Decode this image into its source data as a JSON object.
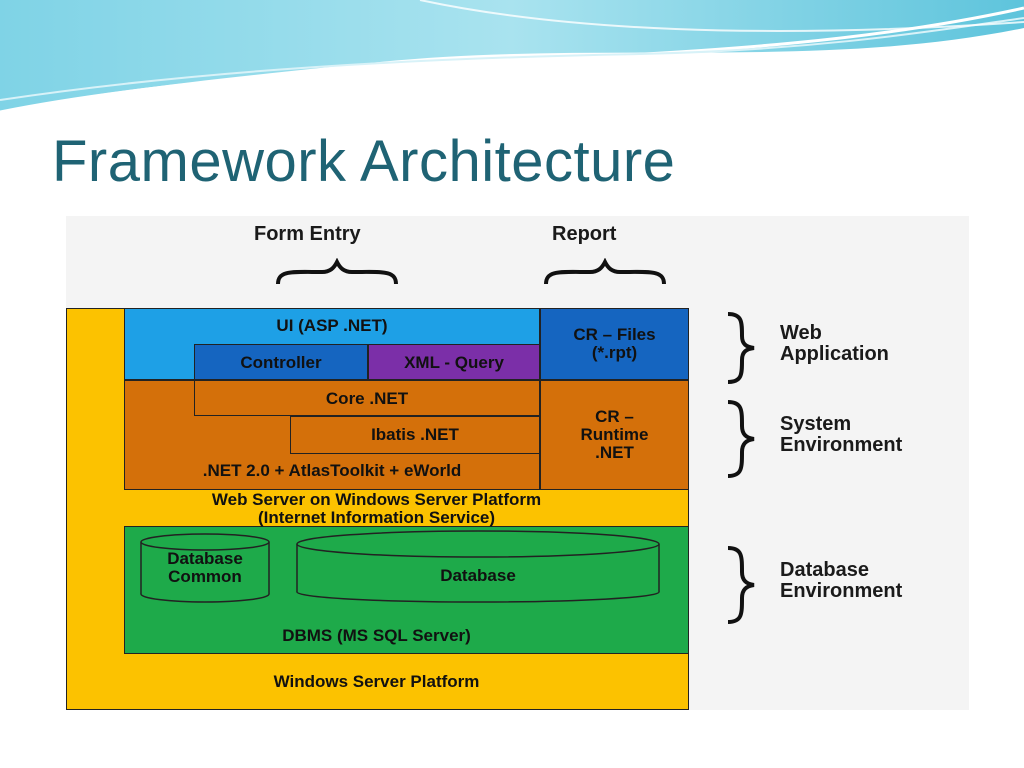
{
  "slide": {
    "title": "Framework Architecture"
  },
  "top_labels": {
    "form_entry": "Form Entry",
    "report": "Report"
  },
  "layers": {
    "ui": "UI (ASP .NET)",
    "controller": "Controller",
    "xml_query": "XML - Query",
    "cr_files_line1": "CR – Files",
    "cr_files_line2": "(*.rpt)",
    "core": "Core .NET",
    "ibatis": "Ibatis .NET",
    "net_toolkit": ".NET 2.0 + AtlasToolkit + eWorld",
    "cr_runtime_line1": "CR –",
    "cr_runtime_line2": "Runtime",
    "cr_runtime_line3": ".NET",
    "web_server_line1": "Web Server on Windows Server Platform",
    "web_server_line2": "(Internet Information Service)",
    "db_common_line1": "Database",
    "db_common_line2": "Common",
    "database": "Database",
    "dbms": "DBMS (MS SQL Server)",
    "windows_platform": "Windows Server Platform"
  },
  "side_labels": {
    "web_app_line1": "Web",
    "web_app_line2": "Application",
    "system_env_line1": "System",
    "system_env_line2": "Environment",
    "db_env_line1": "Database",
    "db_env_line2": "Environment"
  },
  "colors": {
    "title": "#1f6374",
    "yellow": "#fcc200",
    "blue": "#1ea0e6",
    "dark_blue": "#1565c0",
    "purple": "#7b2fa8",
    "orange": "#d4700a",
    "green": "#1eaa4a"
  }
}
